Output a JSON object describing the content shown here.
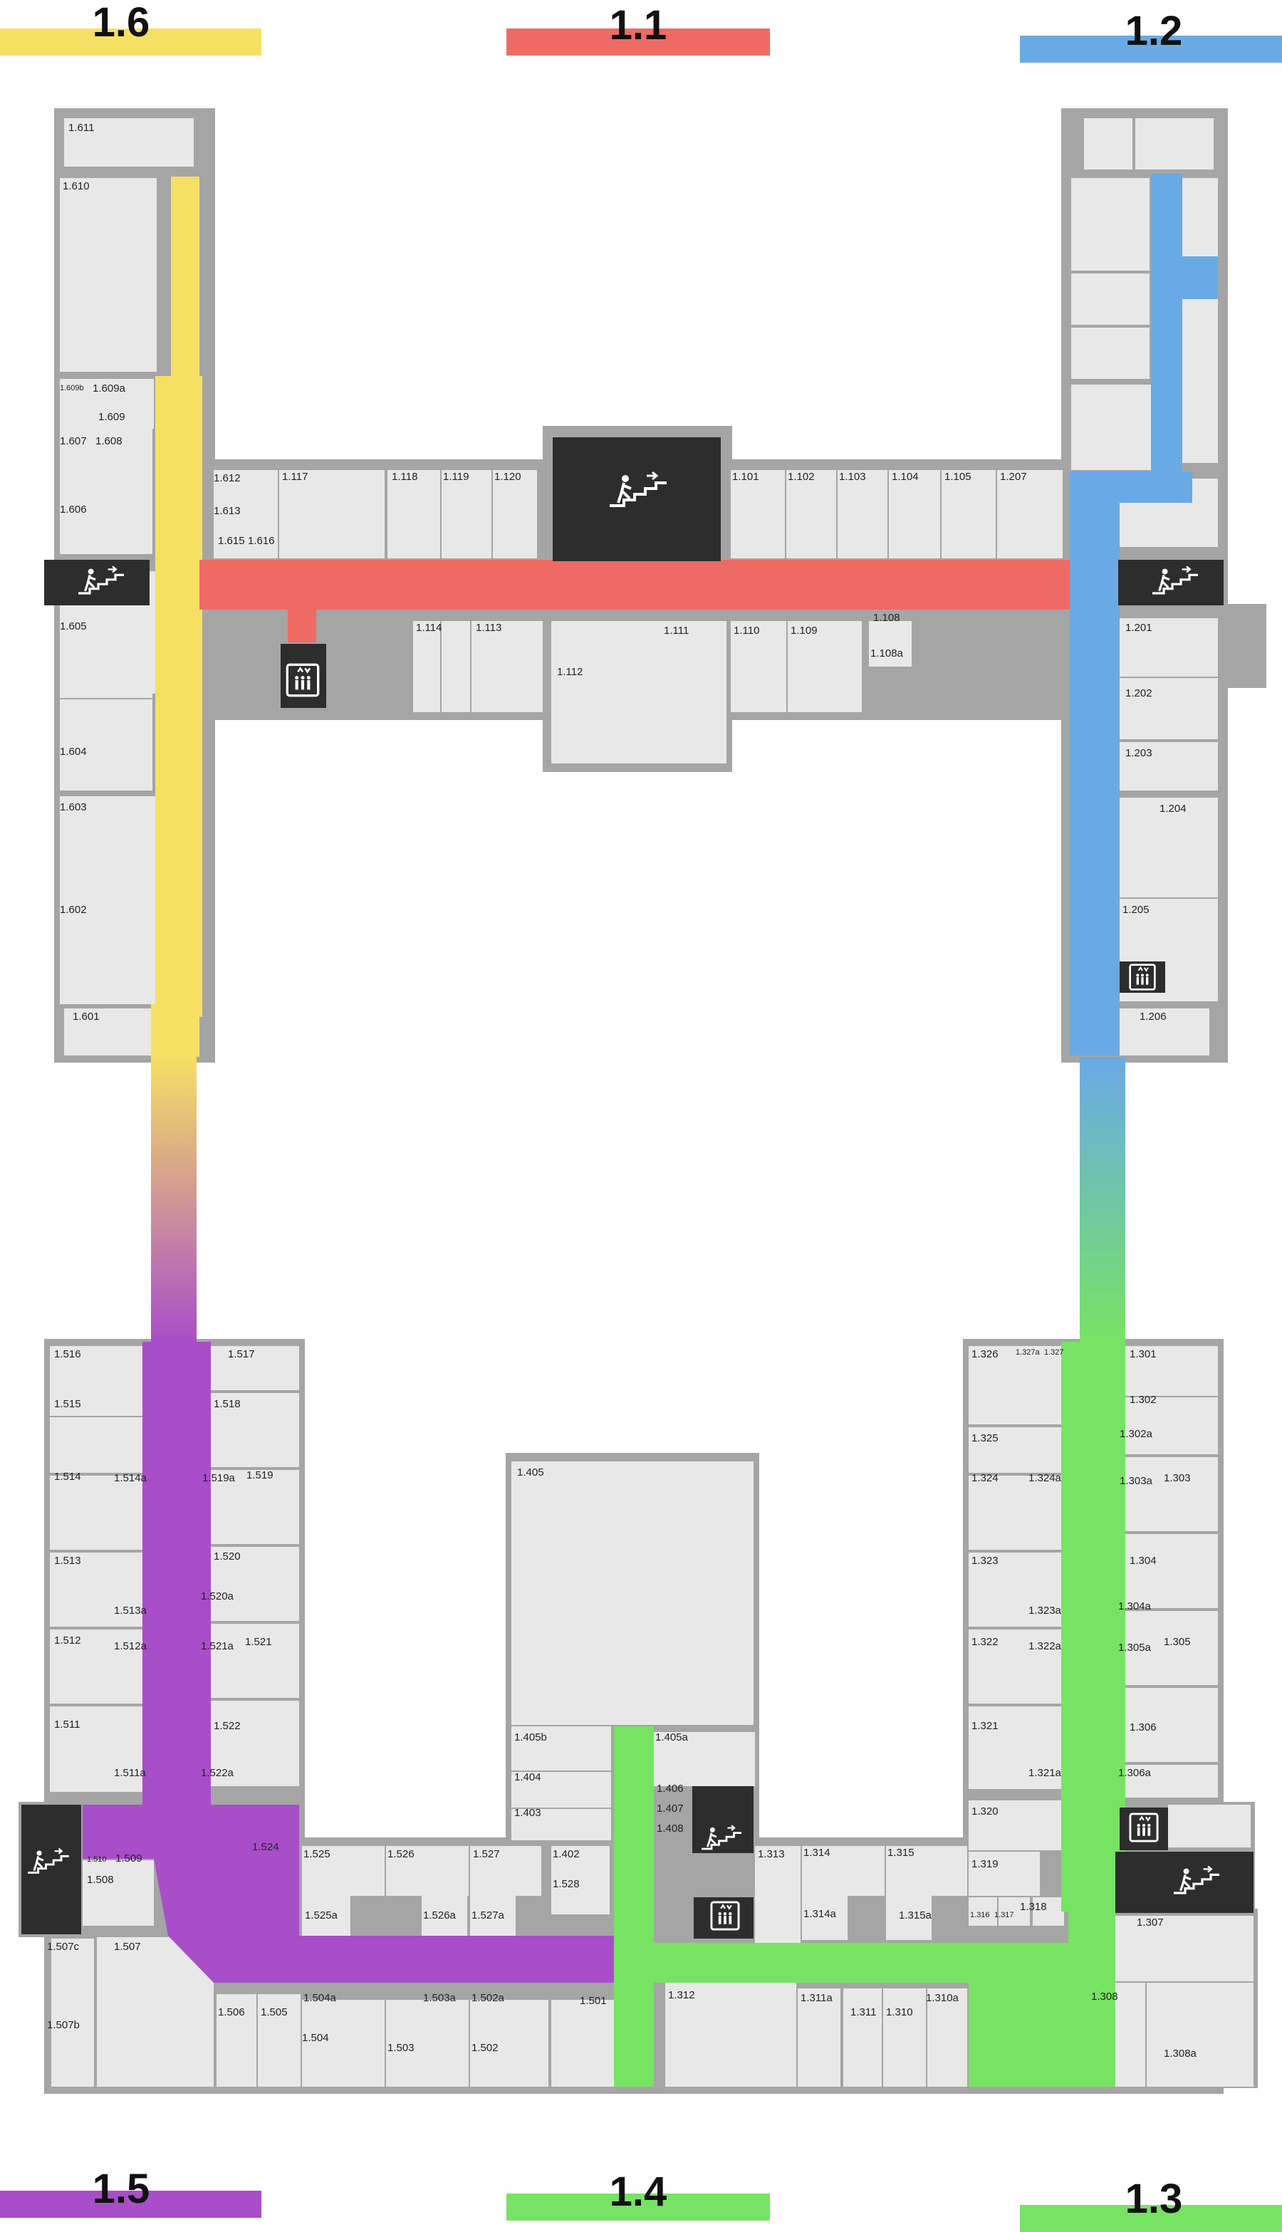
{
  "wings": [
    {
      "id": "1.1",
      "label": "1.1",
      "color": "#ee6b65"
    },
    {
      "id": "1.2",
      "label": "1.2",
      "color": "#69aae6"
    },
    {
      "id": "1.3",
      "label": "1.3",
      "color": "#77e363"
    },
    {
      "id": "1.4",
      "label": "1.4",
      "color": "#77e363"
    },
    {
      "id": "1.5",
      "label": "1.5",
      "color": "#a84ec9"
    },
    {
      "id": "1.6",
      "label": "1.6",
      "color": "#f6e063"
    }
  ],
  "colors": {
    "wall": "#a5a5a5",
    "room": "#e8e8e8",
    "core": "#2d2d2d",
    "background": "#ffffff"
  },
  "icons": [
    "stairs-icon",
    "elevator-icon"
  ],
  "rooms": {
    "r1601": "1.601",
    "r1602": "1.602",
    "r1603": "1.603",
    "r1604": "1.604",
    "r1605": "1.605",
    "r1606": "1.606",
    "r1607": "1.607",
    "r1608": "1.608",
    "r1609": "1.609",
    "r1609a": "1.609a",
    "r1609b": "1.609b",
    "r1610": "1.610",
    "r1611": "1.611",
    "r1612": "1.612",
    "r1613": "1.613",
    "r1615": "1.615",
    "r1616": "1.616",
    "r1117": "1.117",
    "r1118": "1.118",
    "r1119": "1.119",
    "r1120": "1.120",
    "r1114": "1.114",
    "r1113": "1.113",
    "r1112": "1.112",
    "r1111": "1.111",
    "r1101": "1.101",
    "r1102": "1.102",
    "r1103": "1.103",
    "r1104": "1.104",
    "r1105": "1.105",
    "r1207": "1.207",
    "r1110": "1.110",
    "r1109": "1.109",
    "r1108": "1.108",
    "r1108a": "1.108a",
    "r1201": "1.201",
    "r1202": "1.202",
    "r1203": "1.203",
    "r1204": "1.204",
    "r1205": "1.205",
    "r1206": "1.206",
    "r1516": "1.516",
    "r1517": "1.517",
    "r1515": "1.515",
    "r1518": "1.518",
    "r1514": "1.514",
    "r1514a": "1.514a",
    "r1519a": "1.519a",
    "r1519": "1.519",
    "r1513": "1.513",
    "r1520": "1.520",
    "r1513a": "1.513a",
    "r1520a": "1.520a",
    "r1512": "1.512",
    "r1512a": "1.512a",
    "r1521a": "1.521a",
    "r1521": "1.521",
    "r1511": "1.511",
    "r1522": "1.522",
    "r1511a": "1.511a",
    "r1522a": "1.522a",
    "r1510": "1.510",
    "r1509": "1.509",
    "r1508": "1.508",
    "r1507c": "1.507c",
    "r1507": "1.507",
    "r1507b": "1.507b",
    "r1524": "1.524",
    "r1525": "1.525",
    "r1526": "1.526",
    "r1527": "1.527",
    "r1525a": "1.525a",
    "r1526a": "1.526a",
    "r1527a": "1.527a",
    "r1506": "1.506",
    "r1505": "1.505",
    "r1504a": "1.504a",
    "r1503a": "1.503a",
    "r1502a": "1.502a",
    "r1504": "1.504",
    "r1503": "1.503",
    "r1502": "1.502",
    "r1501": "1.501",
    "r1405": "1.405",
    "r1405b": "1.405b",
    "r1405a": "1.405a",
    "r1404": "1.404",
    "r1403": "1.403",
    "r1402": "1.402",
    "r1528": "1.528",
    "r1406": "1.406",
    "r1407": "1.407",
    "r1408": "1.408",
    "r1313": "1.313",
    "r1314": "1.314",
    "r1315": "1.315",
    "r1314a": "1.314a",
    "r1315a": "1.315a",
    "r1312": "1.312",
    "r1311a": "1.311a",
    "r1311": "1.311",
    "r1310": "1.310",
    "r1310a": "1.310a",
    "r1316": "1.316",
    "r1317": "1.317",
    "r1318": "1.318",
    "r1319": "1.319",
    "r1320": "1.320",
    "r1308": "1.308",
    "r1308a": "1.308a",
    "r1307": "1.307",
    "r1326": "1.326",
    "r1327a": "1.327a",
    "r1327": "1.327",
    "r1301": "1.301",
    "r1302": "1.302",
    "r1325": "1.325",
    "r1302a": "1.302a",
    "r1324": "1.324",
    "r1324a": "1.324a",
    "r1303a": "1.303a",
    "r1303": "1.303",
    "r1323": "1.323",
    "r1304": "1.304",
    "r1323a": "1.323a",
    "r1304a": "1.304a",
    "r1322": "1.322",
    "r1322a": "1.322a",
    "r1305a": "1.305a",
    "r1305": "1.305",
    "r1321": "1.321",
    "r1306": "1.306",
    "r1321a": "1.321a",
    "r1306a": "1.306a"
  }
}
